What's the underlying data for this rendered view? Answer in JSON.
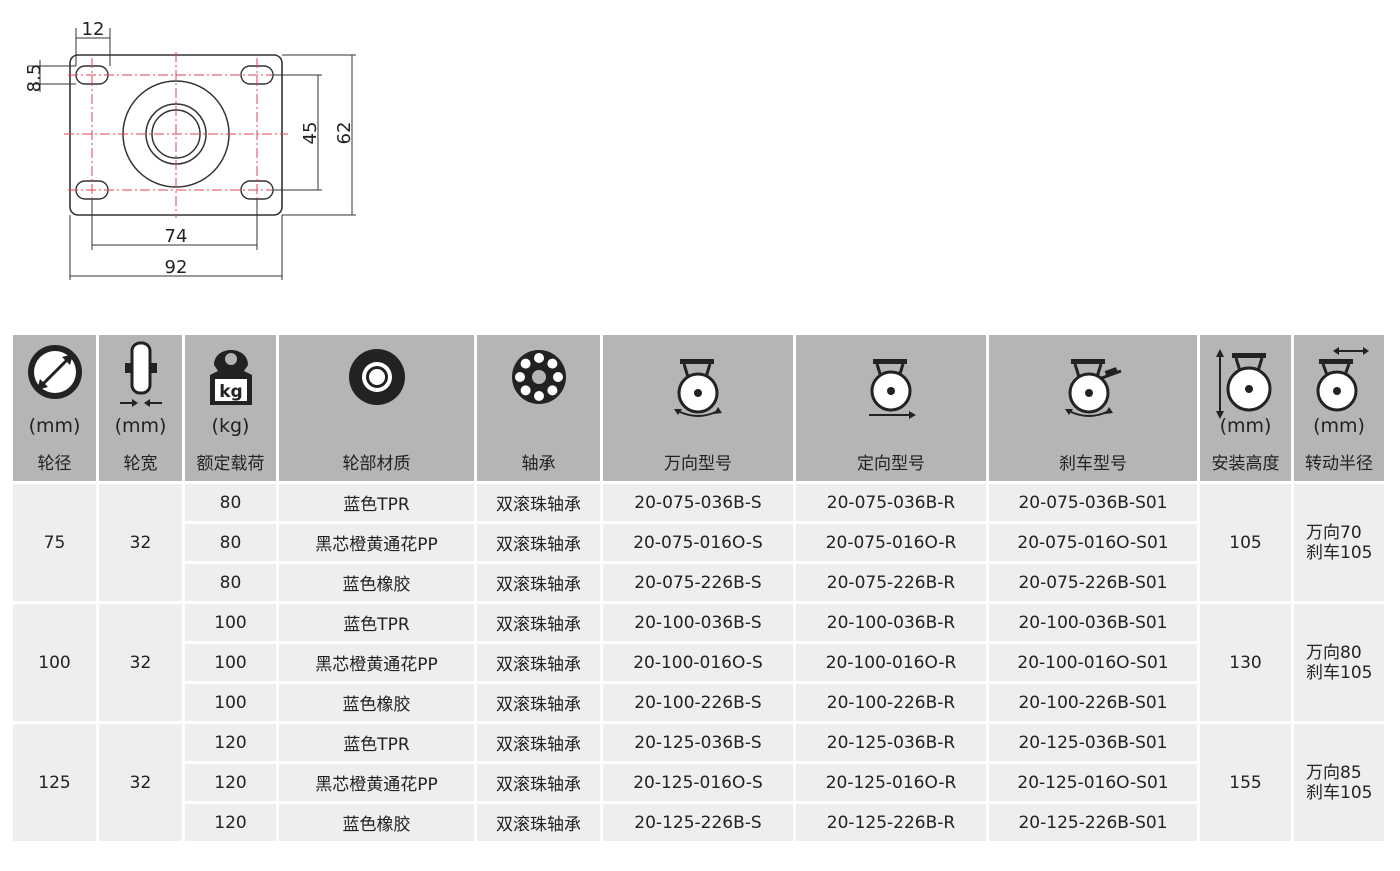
{
  "drawing": {
    "dimensions": {
      "d12": "12",
      "d85": "8.5",
      "d45": "45",
      "d62": "62",
      "d74": "74",
      "d92": "92"
    }
  },
  "table": {
    "headers": [
      {
        "icon": "wheel-diameter-icon",
        "unit": "(mm)",
        "label": "轮径"
      },
      {
        "icon": "wheel-width-icon",
        "unit": "(mm)",
        "label": "轮宽"
      },
      {
        "icon": "load-weight-icon",
        "unit": "(kg)",
        "label": "额定载荷"
      },
      {
        "icon": "wheel-material-icon",
        "unit": "",
        "label": "轮部材质"
      },
      {
        "icon": "bearing-icon",
        "unit": "",
        "label": "轴承"
      },
      {
        "icon": "swivel-caster-icon",
        "unit": "",
        "label": "万向型号"
      },
      {
        "icon": "rigid-caster-icon",
        "unit": "",
        "label": "定向型号"
      },
      {
        "icon": "brake-caster-icon",
        "unit": "",
        "label": "刹车型号"
      },
      {
        "icon": "mounting-height-icon",
        "unit": "(mm)",
        "label": "安装高度"
      },
      {
        "icon": "swivel-radius-icon",
        "unit": "(mm)",
        "label": "转动半径"
      }
    ],
    "groups": [
      {
        "diameter": "75",
        "width": "32",
        "height": "105",
        "radius": [
          "万向70",
          "刹车105"
        ],
        "rows": [
          {
            "load": "80",
            "material": "蓝色TPR",
            "bearing": "双滚珠轴承",
            "swivel": "20-075-036B-S",
            "rigid": "20-075-036B-R",
            "brake": "20-075-036B-S01"
          },
          {
            "load": "80",
            "material": "黑芯橙黄通花PP",
            "bearing": "双滚珠轴承",
            "swivel": "20-075-016O-S",
            "rigid": "20-075-016O-R",
            "brake": "20-075-016O-S01"
          },
          {
            "load": "80",
            "material": "蓝色橡胶",
            "bearing": "双滚珠轴承",
            "swivel": "20-075-226B-S",
            "rigid": "20-075-226B-R",
            "brake": "20-075-226B-S01"
          }
        ]
      },
      {
        "diameter": "100",
        "width": "32",
        "height": "130",
        "radius": [
          "万向80",
          "刹车105"
        ],
        "rows": [
          {
            "load": "100",
            "material": "蓝色TPR",
            "bearing": "双滚珠轴承",
            "swivel": "20-100-036B-S",
            "rigid": "20-100-036B-R",
            "brake": "20-100-036B-S01"
          },
          {
            "load": "100",
            "material": "黑芯橙黄通花PP",
            "bearing": "双滚珠轴承",
            "swivel": "20-100-016O-S",
            "rigid": "20-100-016O-R",
            "brake": "20-100-016O-S01"
          },
          {
            "load": "100",
            "material": "蓝色橡胶",
            "bearing": "双滚珠轴承",
            "swivel": "20-100-226B-S",
            "rigid": "20-100-226B-R",
            "brake": "20-100-226B-S01"
          }
        ]
      },
      {
        "diameter": "125",
        "width": "32",
        "height": "155",
        "radius": [
          "万向85",
          "刹车105"
        ],
        "rows": [
          {
            "load": "120",
            "material": "蓝色TPR",
            "bearing": "双滚珠轴承",
            "swivel": "20-125-036B-S",
            "rigid": "20-125-036B-R",
            "brake": "20-125-036B-S01"
          },
          {
            "load": "120",
            "material": "黑芯橙黄通花PP",
            "bearing": "双滚珠轴承",
            "swivel": "20-125-016O-S",
            "rigid": "20-125-016O-R",
            "brake": "20-125-016O-S01"
          },
          {
            "load": "120",
            "material": "蓝色橡胶",
            "bearing": "双滚珠轴承",
            "swivel": "20-125-226B-S",
            "rigid": "20-125-226B-R",
            "brake": "20-125-226B-S01"
          }
        ]
      }
    ]
  },
  "colors": {
    "header_bg": "#b5b5b5",
    "cell_bg": "#eeeeee",
    "centerline": "#e0435a",
    "text": "#222222"
  }
}
